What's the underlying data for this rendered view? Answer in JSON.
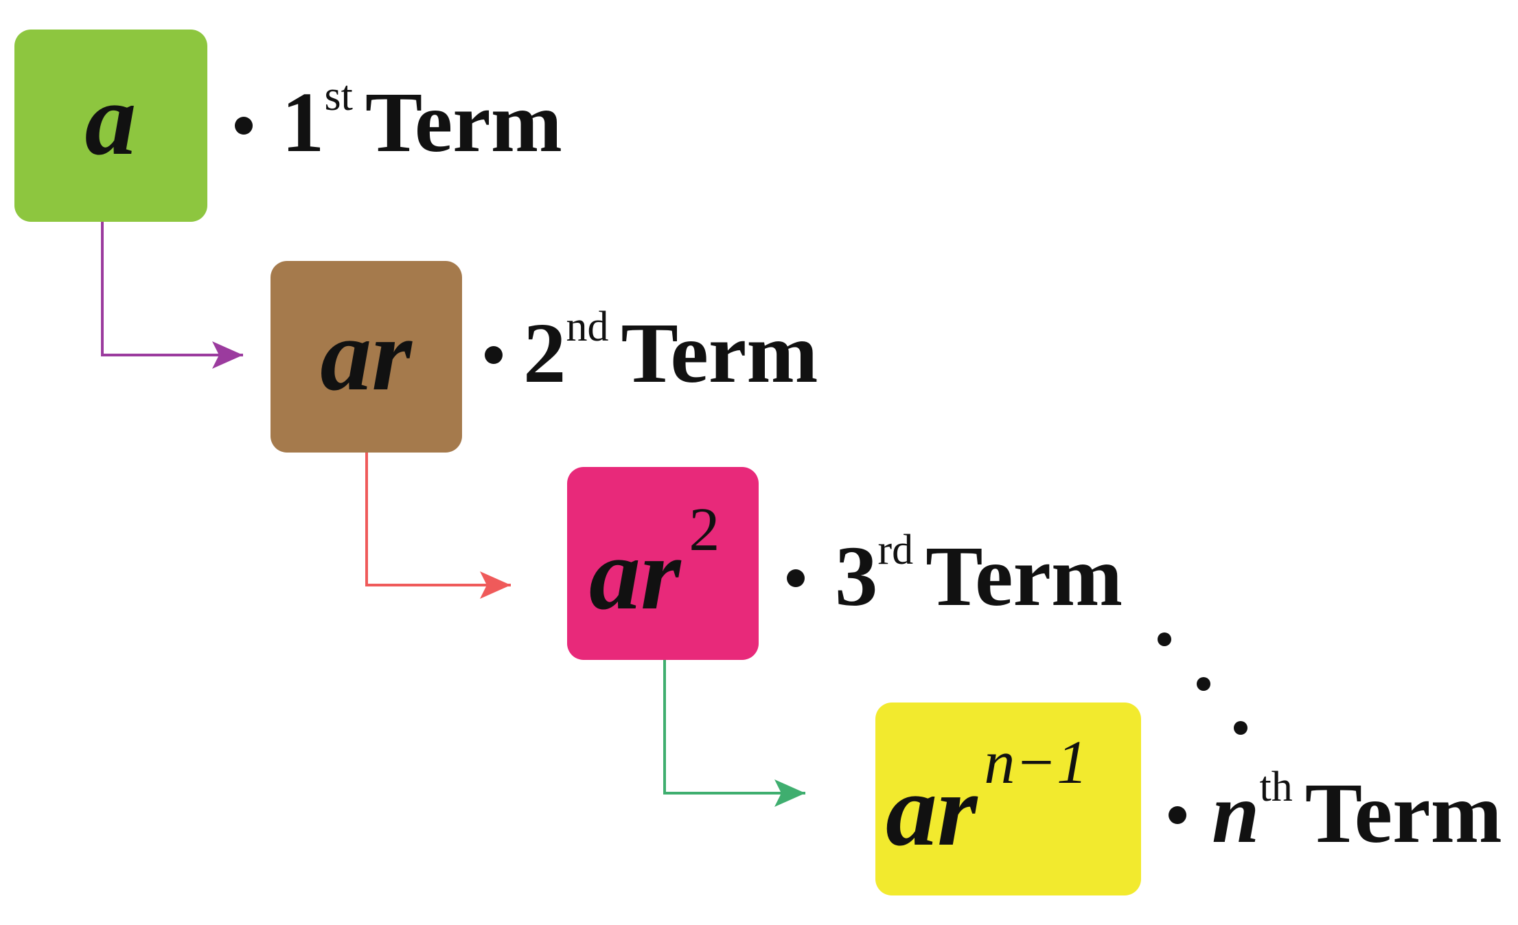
{
  "terms": [
    {
      "expr": "a",
      "exp": "",
      "ordinal": "1",
      "suffix": "st",
      "label": "Term",
      "color": "#8DC63F"
    },
    {
      "expr": "ar",
      "exp": "",
      "ordinal": "2",
      "suffix": "nd",
      "label": "Term",
      "color": "#A57A4C"
    },
    {
      "expr": "ar",
      "exp": "2",
      "ordinal": "3",
      "suffix": "rd",
      "label": "Term",
      "color": "#E8297A"
    },
    {
      "expr": "ar",
      "exp": "n−1",
      "ordinal": "n",
      "suffix": "th",
      "label": "Term",
      "color": "#F2EA2E"
    }
  ],
  "arrows": [
    {
      "from": "1st Term",
      "to": "2nd Term",
      "color": "#9B3B9E"
    },
    {
      "from": "2nd Term",
      "to": "3rd Term",
      "color": "#EF5A5A"
    },
    {
      "from": "3rd Term",
      "to": "nth Term",
      "color": "#3FAE6F"
    }
  ],
  "ellipsis": "continuation-dots"
}
